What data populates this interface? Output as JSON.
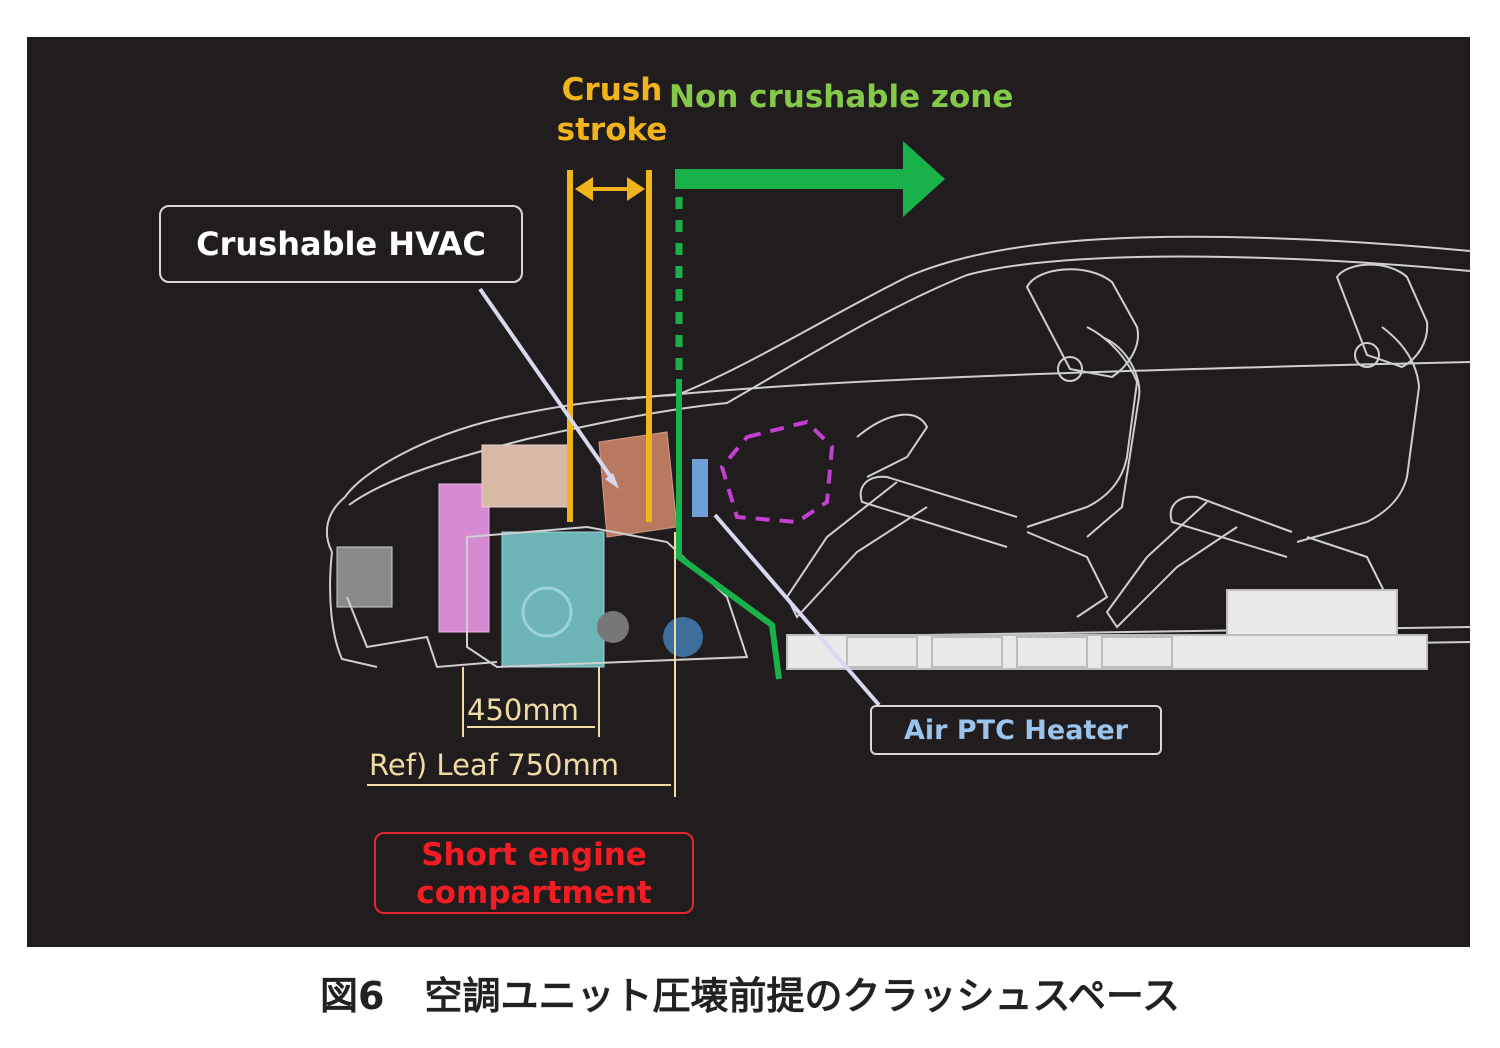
{
  "labels": {
    "crush_stroke": "Crush\nstroke",
    "non_crushable_zone": "Non crushable zone",
    "crushable_hvac": "Crushable HVAC",
    "air_ptc_heater": "Air PTC Heater",
    "dim_450": "450mm",
    "dim_leaf": "Ref) Leaf 750mm",
    "short_engine": "Short engine\ncompartment"
  },
  "caption": {
    "figure_number": "図6",
    "text": "空調ユニット圧壊前提のクラッシュスペース"
  },
  "colors": {
    "background": "#211d1e",
    "crush_stroke": "#f2b41c",
    "non_crushable": "#19b14a",
    "non_crushable_text": "#84c94a",
    "short_engine": "#f21d23",
    "ptc_text": "#9bc4ec",
    "outline": "#d8d8d8"
  }
}
